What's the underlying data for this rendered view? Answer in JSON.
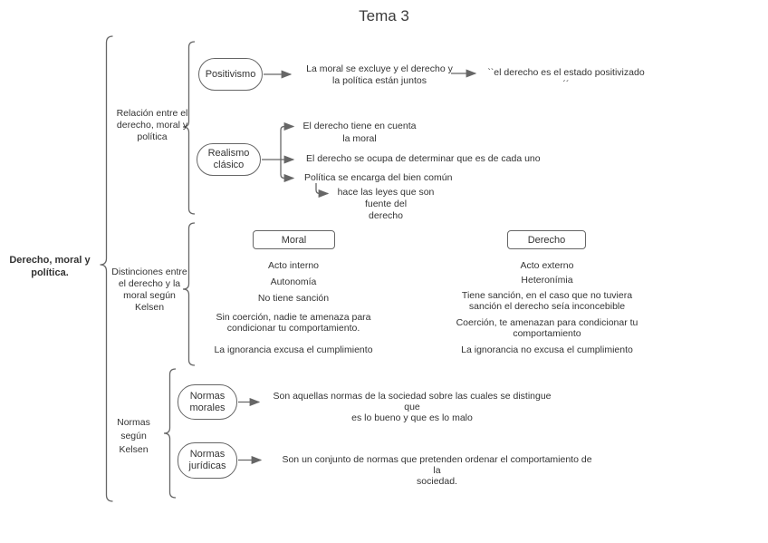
{
  "title": "Tema 3",
  "colors": {
    "line": "#666666",
    "text": "#333333",
    "node_fill": "#ffffff"
  },
  "root": {
    "label": "Derecho, moral y\npolítica."
  },
  "relacion": {
    "label": "Relación entre el\nderecho, moral y\npolítica",
    "positivismo": {
      "node": "Positivismo",
      "desc": "La moral se excluye y el derecho y\nla política están juntos",
      "quote": "``el derecho es el estado positivizado´´"
    },
    "realismo": {
      "node": "Realismo\nclásico",
      "items": [
        "El derecho tiene en cuenta\nla moral",
        "El derecho se ocupa de determinar que es de cada uno",
        "Política se encarga del bien común"
      ],
      "sub": "hace las leyes que son fuente del\nderecho"
    }
  },
  "distinciones": {
    "label": "Distinciones entre\nel derecho y la\nmoral según\nKelsen",
    "moral": {
      "header": "Moral",
      "items": [
        "Acto interno",
        "Autonomía",
        "No tiene sanción",
        "Sin coerción, nadie te amenaza para\ncondicionar tu comportamiento.",
        "La ignorancia excusa el cumplimiento"
      ]
    },
    "derecho": {
      "header": "Derecho",
      "items": [
        "Acto externo",
        "Heteronímia",
        "Tiene sanción, en el caso que no tuviera\nsanción el derecho seía inconcebible",
        "Coerción, te amenazan para condicionar tu\ncomportamiento",
        "La ignorancia no excusa el cumplimiento"
      ]
    }
  },
  "normas": {
    "label": "Normas\nsegún\nKelsen",
    "morales": {
      "node": "Normas\nmorales",
      "desc": "Son aquellas normas de la sociedad sobre las cuales se distingue que\nes lo bueno y que es lo malo"
    },
    "juridicas": {
      "node": "Normas\njurídicas",
      "desc": "Son un conjunto de normas que pretenden ordenar el comportamiento de la\nsociedad."
    }
  }
}
